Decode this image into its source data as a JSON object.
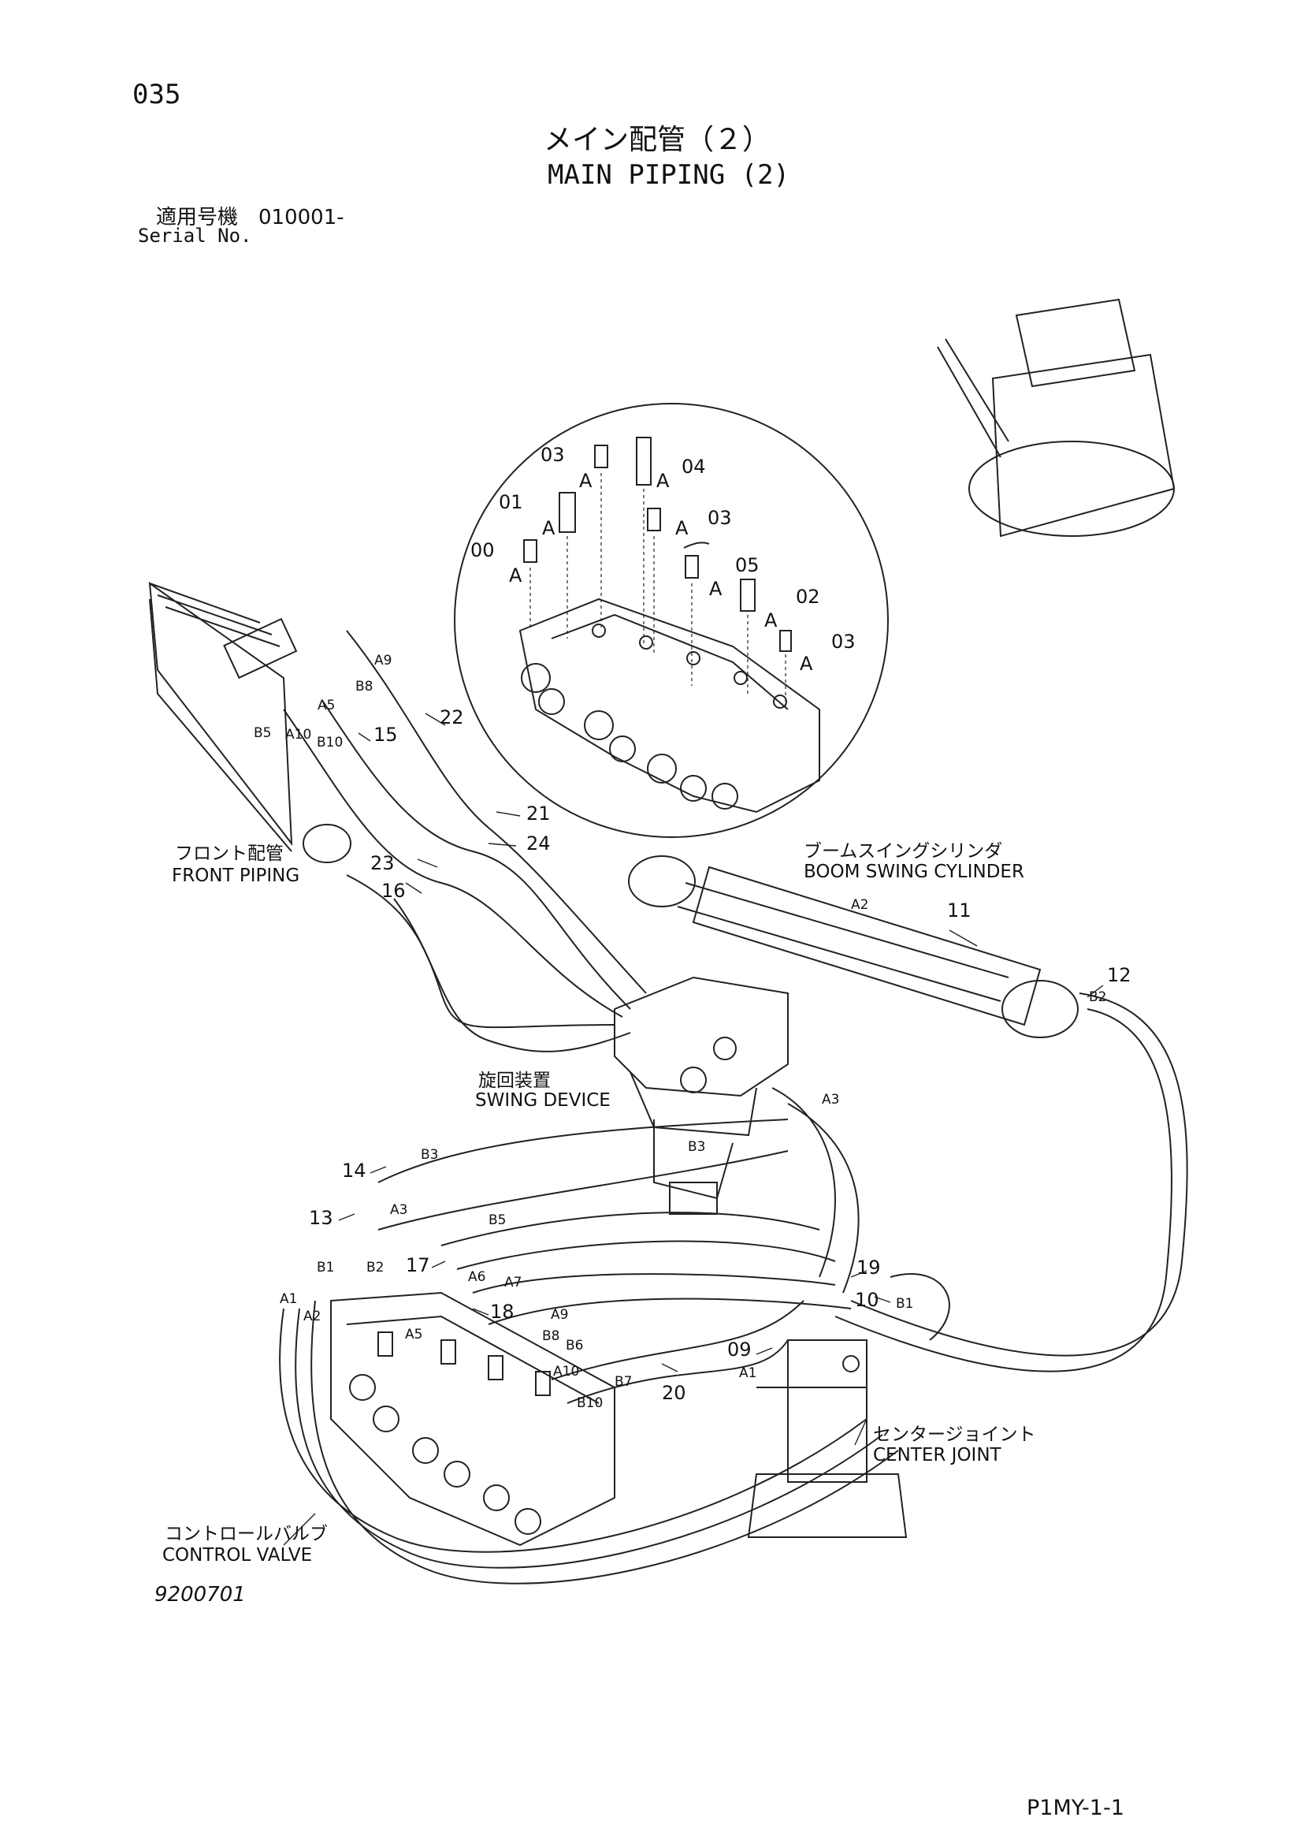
{
  "header": {
    "page_number": "035",
    "title_jp": "メイン配管（２）",
    "title_en": "MAIN PIPING (2)",
    "serial_jp": "適用号機　010001-",
    "serial_en": "Serial No."
  },
  "footer": {
    "drawing_number": "9200701",
    "page_code": "P1MY-1-1"
  },
  "components": {
    "front_piping_jp": "フロント配管",
    "front_piping_en": "FRONT PIPING",
    "boom_swing_jp": "ブームスイングシリンダ",
    "boom_swing_en": "BOOM SWING CYLINDER",
    "swing_device_jp": "旋回装置",
    "swing_device_en": "SWING DEVICE",
    "center_joint_jp": "センタージョイント",
    "center_joint_en": "CENTER JOINT",
    "control_valve_jp": "コントロールバルブ",
    "control_valve_en": "CONTROL VALVE"
  },
  "detail_part_numbers": [
    "03",
    "04",
    "01",
    "03",
    "00",
    "05",
    "02",
    "03"
  ],
  "detail_port_label": "A",
  "part_numbers": [
    "22",
    "15",
    "21",
    "24",
    "23",
    "16",
    "11",
    "12",
    "14",
    "13",
    "17",
    "18",
    "19",
    "10",
    "09",
    "20"
  ],
  "port_labels": [
    "A9",
    "B8",
    "A5",
    "B5",
    "A10",
    "B10",
    "A2",
    "B2",
    "A3",
    "B3",
    "B3",
    "A3",
    "B5",
    "B1",
    "B2",
    "A1",
    "A2",
    "A5",
    "A6",
    "A7",
    "A9",
    "B8",
    "B6",
    "A10",
    "B7",
    "B10",
    "B1",
    "A1"
  ]
}
